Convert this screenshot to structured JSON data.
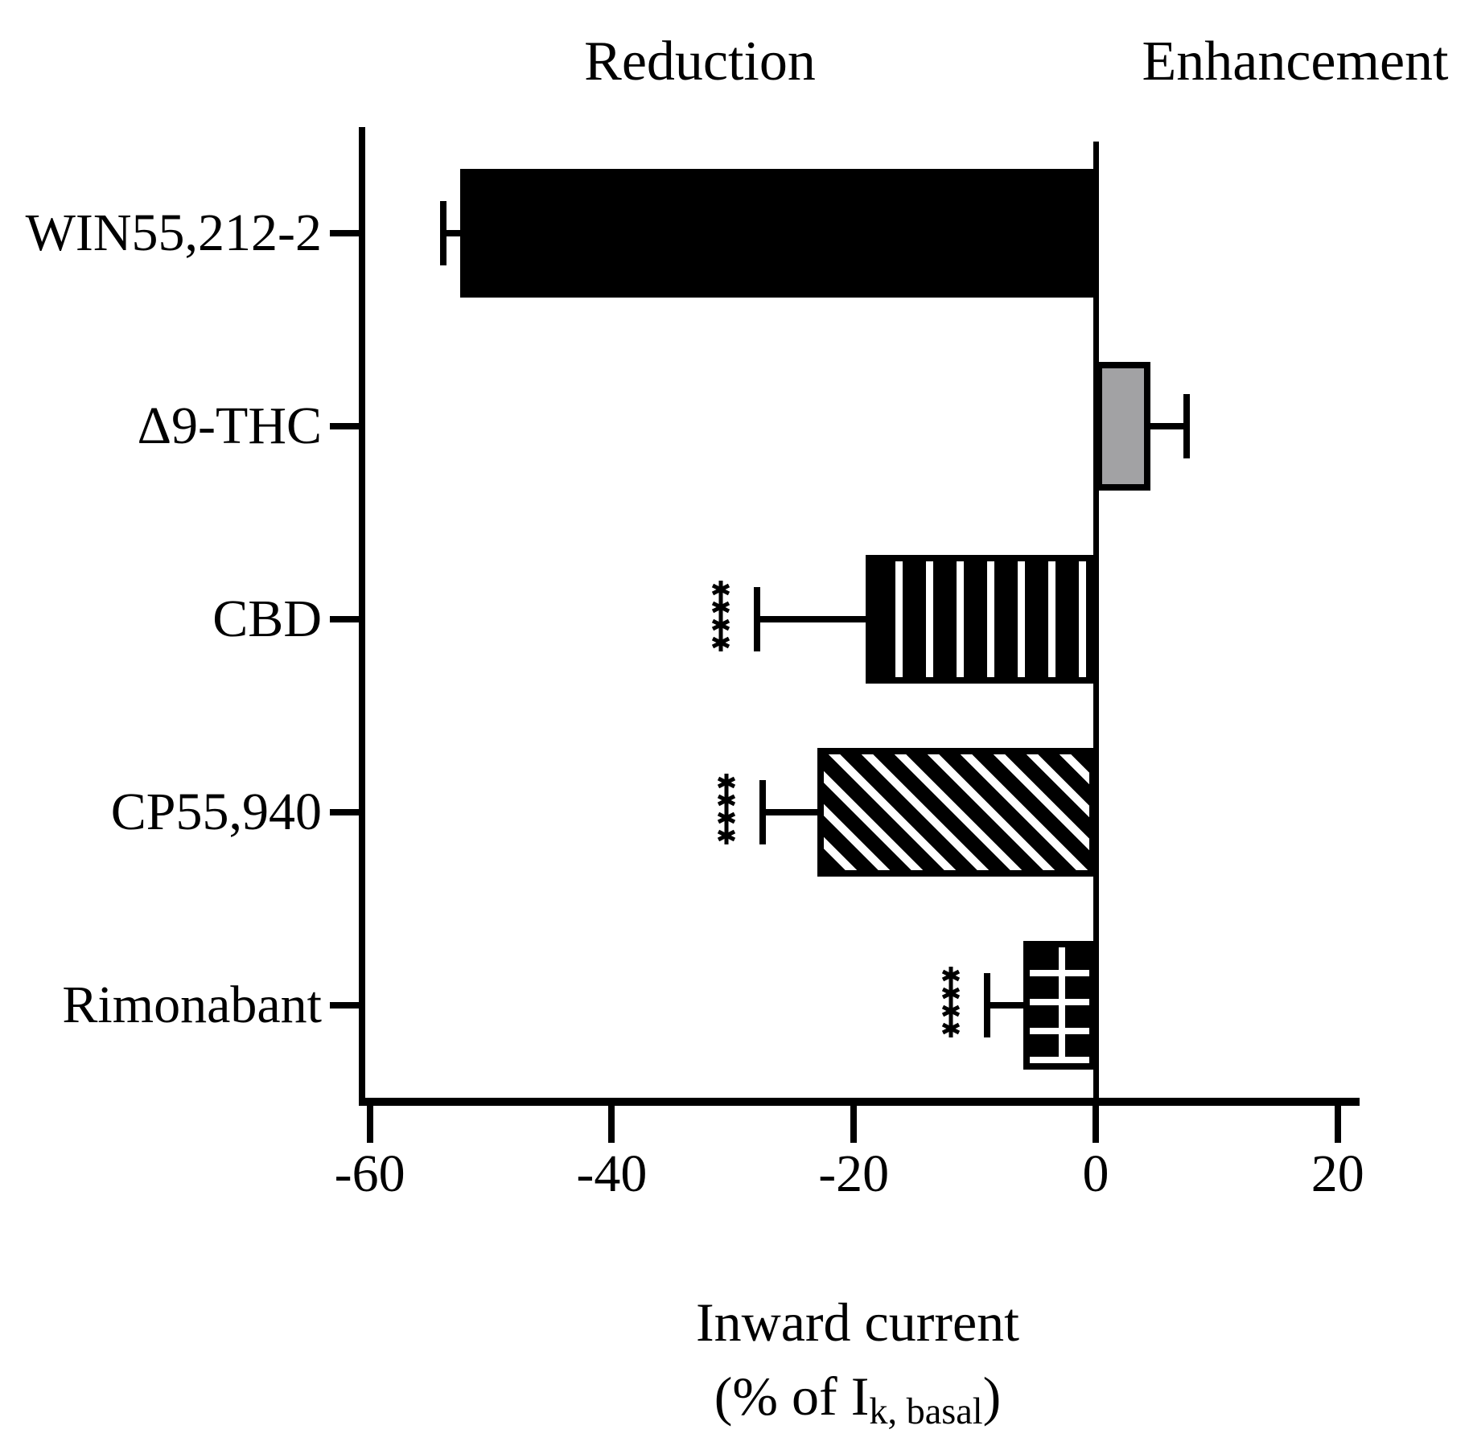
{
  "chart_data": {
    "type": "bar",
    "orientation": "horizontal",
    "categories": [
      "WIN55,212-2",
      "Δ9-THC",
      "CBD",
      "CP55,940",
      "Rimonabant"
    ],
    "values": [
      -52.5,
      4.5,
      -19,
      -23,
      -6
    ],
    "errors": [
      1.4,
      3,
      9,
      4.5,
      3
    ],
    "significance": [
      "",
      "",
      "****",
      "****",
      "****"
    ],
    "bar_styles": [
      "solid-black",
      "solid-gray",
      "stripes-vertical",
      "stripes-diagonal",
      "grid"
    ],
    "colors": {
      "bar_black": "#000000",
      "bar_gray": "#a2a2a4",
      "pattern_foreground": "#ffffff",
      "axis": "#000000"
    },
    "xlim": [
      -60,
      20
    ],
    "xticks": [
      -60,
      -40,
      -20,
      0,
      20
    ],
    "xticklabels": [
      "-60",
      "-40",
      "-20",
      "0",
      "20"
    ],
    "region_labels": {
      "negative": "Reduction",
      "positive": "Enhancement"
    },
    "xlabel_parts": {
      "line1": "Inward current",
      "line2_open": "(% of I",
      "line2_sub": "k, basal",
      "line2_close": ")"
    },
    "xlabel": "Inward current (% of I k, basal)",
    "legend": "none",
    "grid": "off"
  }
}
